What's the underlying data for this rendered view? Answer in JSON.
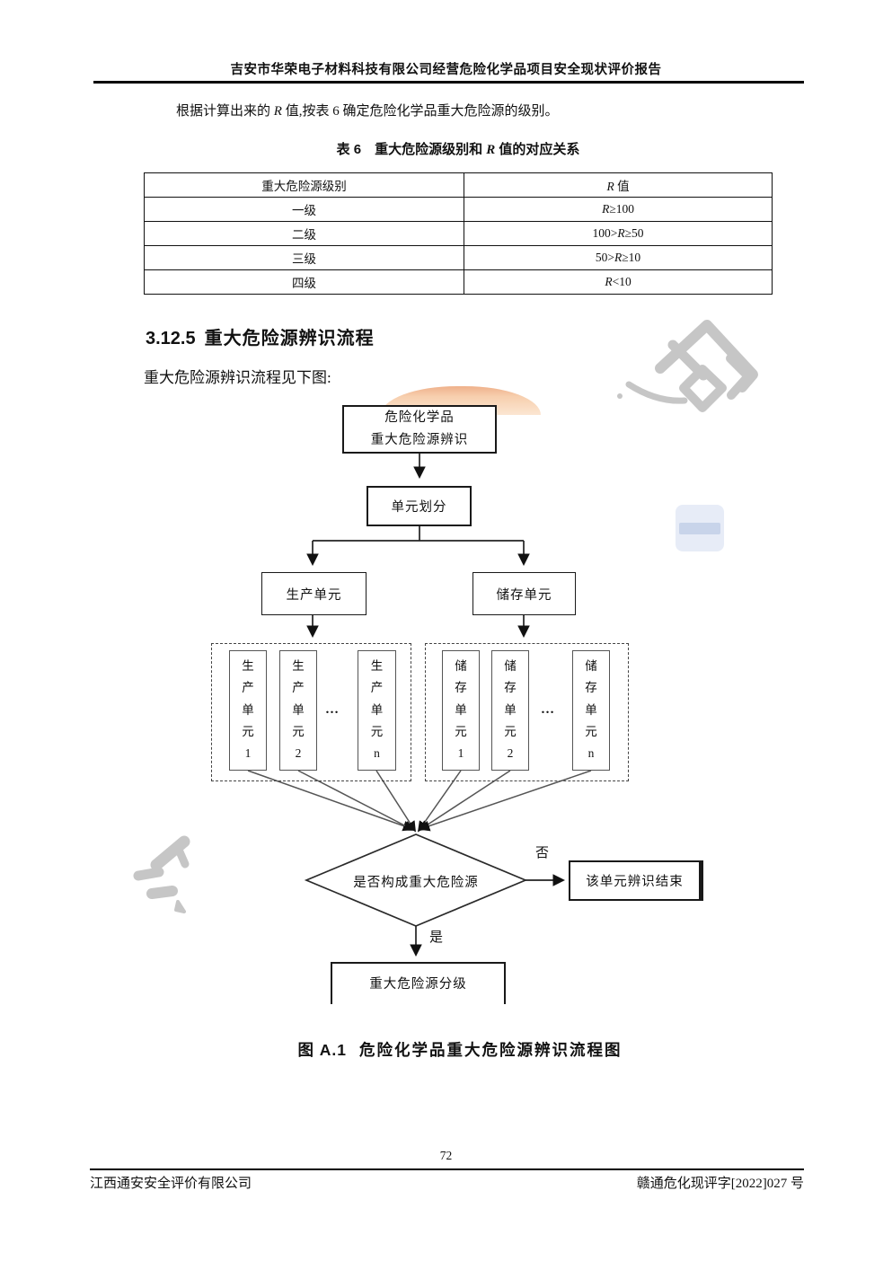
{
  "header": {
    "title": "吉安市华荣电子材料科技有限公司经营危险化学品项目安全现状评价报告"
  },
  "intro": {
    "pre": "根据计算出来的 ",
    "r": "R",
    "post": " 值,按表 6 确定危险化学品重大危险源的级别。"
  },
  "table6": {
    "title_pre": "表 6　重大危险源级别和 ",
    "title_r": "R",
    "title_post": " 值的对应关系",
    "col1_header": "重大危险源级别",
    "col2_r": "R",
    "col2_label": " 值",
    "rows": [
      {
        "level": "一级",
        "pre": "",
        "r": "R",
        "post": "≥100"
      },
      {
        "level": "二级",
        "pre": "100>",
        "r": "R",
        "post": "≥50"
      },
      {
        "level": "三级",
        "pre": "50>",
        "r": "R",
        "post": "≥10"
      },
      {
        "level": "四级",
        "pre": "",
        "r": "R",
        "post": "<10"
      }
    ]
  },
  "section": {
    "number": "3.12.5",
    "title": "重大危险源辨识流程",
    "lead": "重大危险源辨识流程见下图:"
  },
  "flowchart": {
    "start_line1": "危险化学品",
    "start_line2": "重大危险源辨识",
    "unit_division": "单元划分",
    "production": "生产单元",
    "storage": "储存单元",
    "production_units": [
      "生产单元1",
      "生产单元2",
      "生产单元n"
    ],
    "storage_units": [
      "储存单元1",
      "储存单元2",
      "储存单元n"
    ],
    "ellipsis": "…",
    "decision": "是否构成重大危险源",
    "no_label": "否",
    "yes_label": "是",
    "end_box": "该单元辨识结束",
    "grading_box": "重大危险源分级",
    "caption_fig": "图 A.1",
    "caption_text": "危险化学品重大危险源辨识流程图"
  },
  "footer": {
    "page_number": "72",
    "left": "江西通安安全评价有限公司",
    "right": "赣通危化现评字[2022]027 号"
  },
  "colors": {
    "watermark_gray": "#bdbdbd",
    "watermark_orange": "#f6c9a4",
    "watermark_blue": "#e6ecf7",
    "line": "#222222"
  }
}
